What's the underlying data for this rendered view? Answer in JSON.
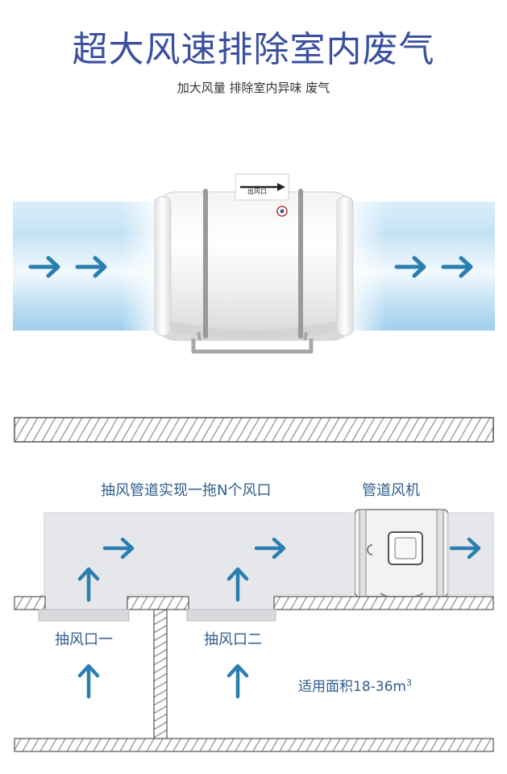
{
  "heading": {
    "title": "超大风速排除室内废气",
    "subtitle": "加大风量 排除室内异味 废气"
  },
  "fan_outlet_label": "出风口",
  "diagram": {
    "header_label": "抽风管道实现一拖N个风口",
    "fan_label": "管道风机",
    "port_1_label": "抽风口一",
    "port_2_label": "抽风口二",
    "area_label": "适用面积18-36m",
    "area_superscript": "3"
  },
  "colors": {
    "title": "#3a4f9e",
    "arrow": "#2a7fb0",
    "label": "#2f5d8c",
    "duct_fill": "#e6e7ea",
    "hatch": "#8c8c8c"
  },
  "icons": {
    "flow_arrow": "arrow-right-icon",
    "up_arrow": "arrow-up-icon"
  }
}
